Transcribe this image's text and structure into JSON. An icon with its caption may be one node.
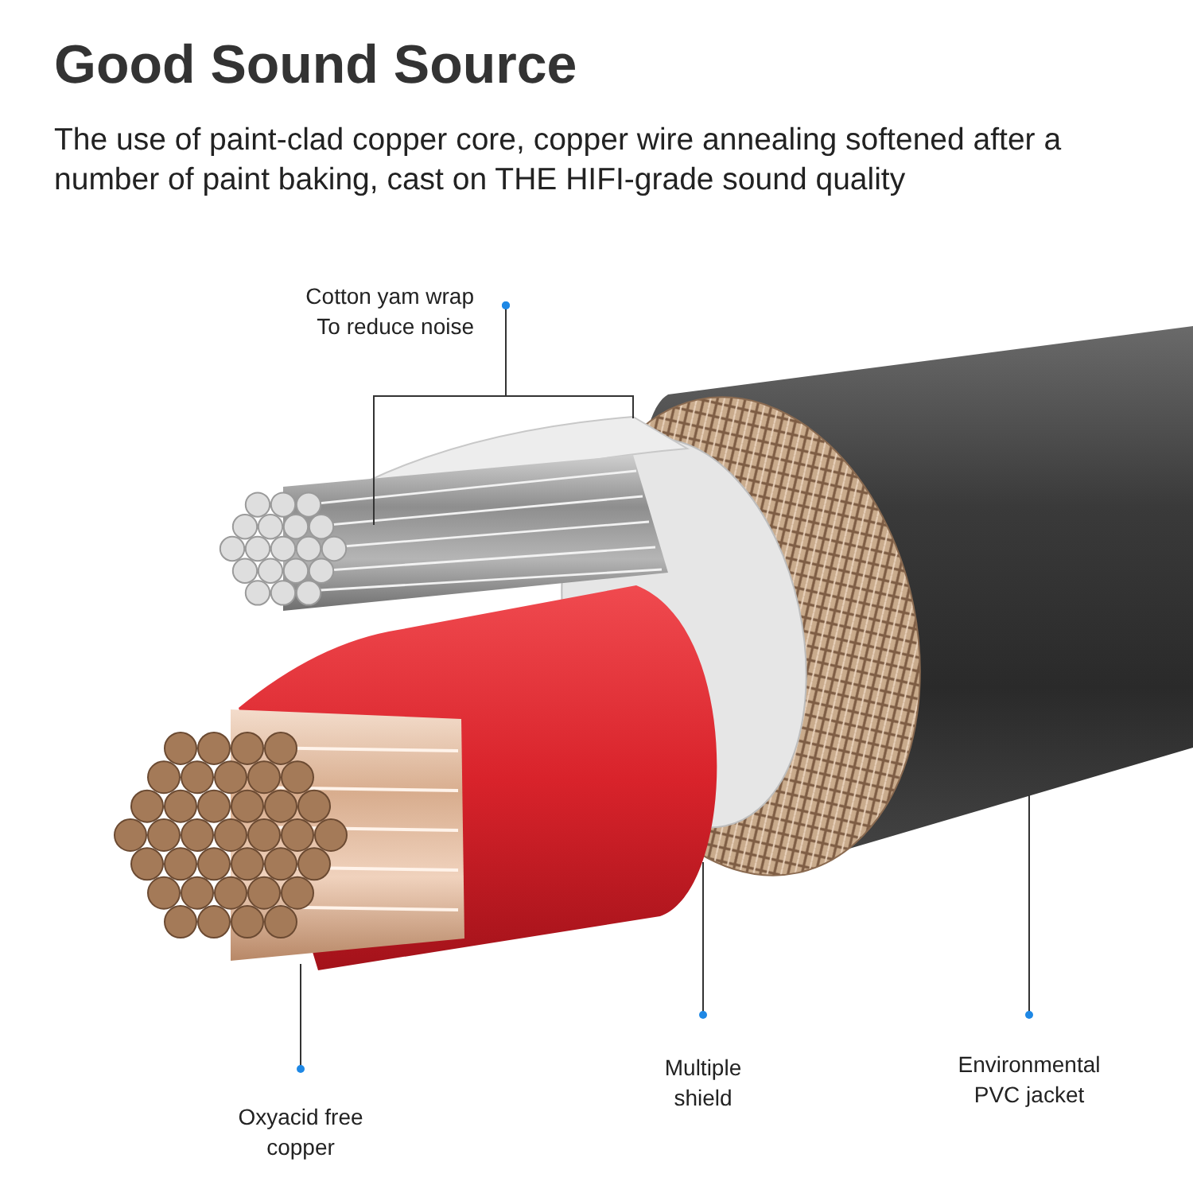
{
  "diagram": {
    "title": "Good Sound Source",
    "caption": "The use of paint-clad copper core, copper wire annealing softened after a number of paint baking, cast on THE HIFI-grade sound quality",
    "nodes": [
      {
        "text": [
          "Cotton yam wrap",
          "To reduce noise"
        ]
      },
      {
        "text": [
          "Oxyacid free copper"
        ]
      },
      {
        "text": [
          "Multiple shield"
        ]
      },
      {
        "text": [
          "Environmental PVC jacket"
        ]
      }
    ],
    "edges": [
      {
        "from": 0,
        "to": null,
        "arrow": "other"
      },
      {
        "from": 0,
        "to": null,
        "arrow": "other"
      },
      {
        "from": 1,
        "to": null,
        "arrow": "other"
      },
      {
        "from": 2,
        "to": null,
        "arrow": "other"
      },
      {
        "from": 3,
        "to": null,
        "arrow": "other"
      }
    ]
  }
}
